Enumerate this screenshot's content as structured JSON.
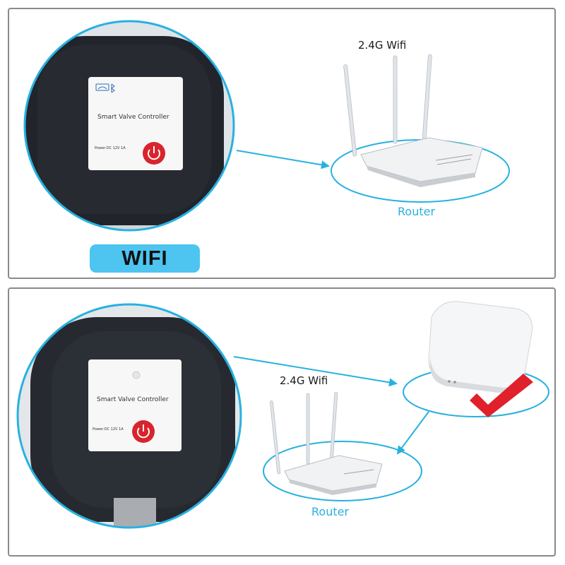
{
  "panel_top": {
    "device_label": "Smart Valve Controller",
    "power_label": "Power:DC 12V 1A",
    "wifi_label": "2.4G Wifi",
    "router_label": "Router",
    "badge_label": "WIFI"
  },
  "panel_bottom": {
    "device_label": "Smart Valve Controller",
    "power_label": "Power:DC 12V 1A",
    "wifi_label": "2.4G Wifi",
    "router_label": "Router"
  },
  "colors": {
    "accent_blue": "#27b1e0",
    "badge_blue": "#4dc5f0",
    "power_red": "#d8242d",
    "check_red": "#e0202a",
    "device_body": "#22242b",
    "frame_gray": "#8a8a8a"
  },
  "icons": [
    "wifi-icon",
    "bluetooth-icon",
    "power-icon",
    "led-indicator-icon",
    "checkmark-icon",
    "arrow-icon"
  ]
}
